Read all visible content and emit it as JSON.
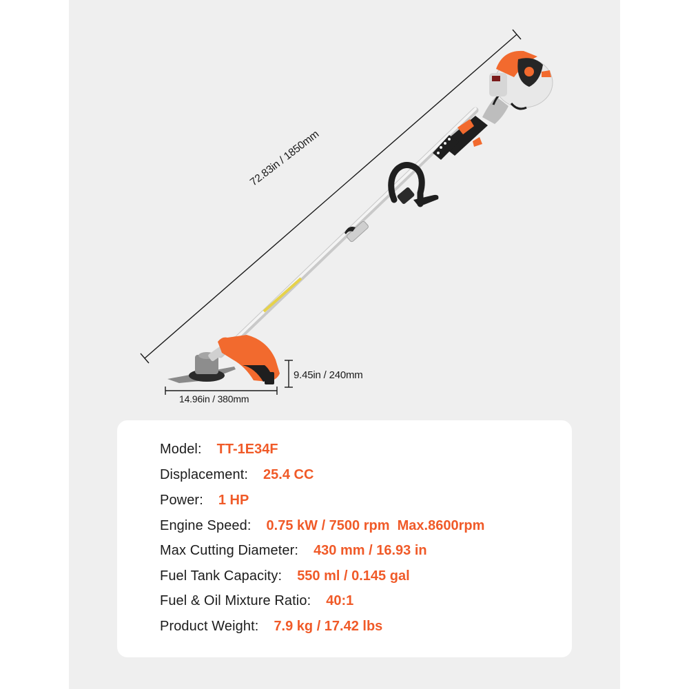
{
  "colors": {
    "accent": "#f05a28",
    "panel_bg": "#efefef",
    "card_bg": "#ffffff",
    "text": "#1c1c1c",
    "trimmer_orange": "#f26a2e",
    "trimmer_black": "#1e1e1e",
    "shaft": "#d8d8d8",
    "label_yellow": "#e6d24a"
  },
  "product": {
    "name": "string trimmer",
    "dimensions": {
      "overall_length": "72.83in / 1850mm",
      "head_height": "9.45in / 240mm",
      "head_width": "14.96in / 380mm"
    }
  },
  "specs": [
    {
      "label": "Model:",
      "value": "TT-1E34F"
    },
    {
      "label": "Displacement:",
      "value": "25.4 CC"
    },
    {
      "label": "Power:",
      "value": "1 HP"
    },
    {
      "label": "Engine Speed:",
      "value": "0.75 kW / 7500 rpm  Max.8600rpm"
    },
    {
      "label": "Max Cutting Diameter:",
      "value": "430 mm / 16.93 in"
    },
    {
      "label": "Fuel Tank Capacity:",
      "value": "550 ml / 0.145 gal"
    },
    {
      "label": "Fuel & Oil Mixture Ratio:",
      "value": "40:1"
    },
    {
      "label": "Product Weight:",
      "value": "7.9 kg / 17.42 lbs"
    }
  ]
}
